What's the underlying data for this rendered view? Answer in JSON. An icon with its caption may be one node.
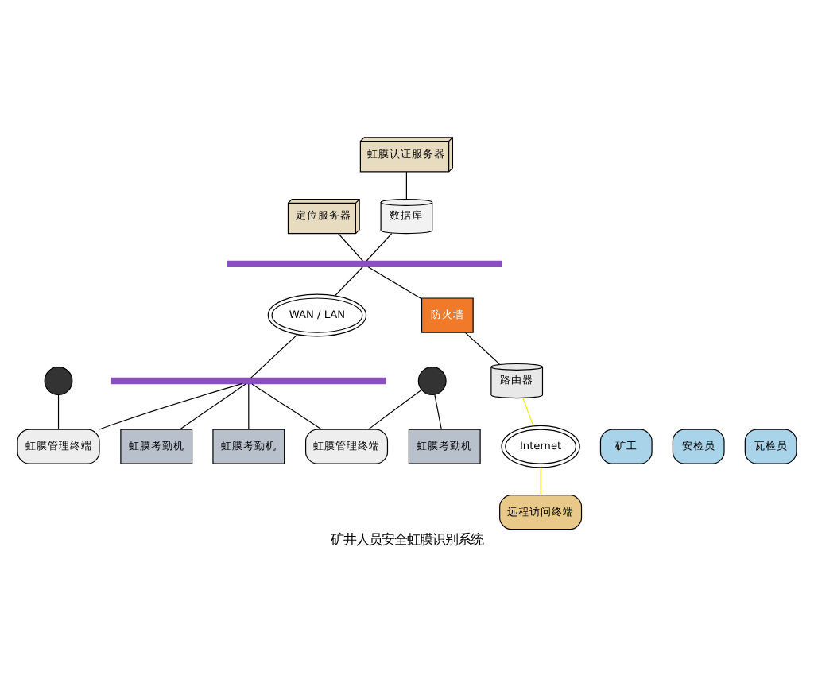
{
  "diagram": {
    "caption": "矿井人员安全虹膜识别系统",
    "nodes": [
      {
        "text": [
          "定位服务器"
        ]
      },
      {
        "text": [
          "虹膜认证服务器"
        ]
      },
      {
        "text": [
          "数据库"
        ]
      },
      {
        "text": [],
        "shape": "bar"
      },
      {
        "text": [
          "WAN / LAN"
        ]
      },
      {
        "text": [],
        "shape": "bar"
      },
      {
        "text": [
          "防火墙"
        ]
      },
      {
        "text": [
          "路由器"
        ]
      },
      {
        "text": [
          "Internet"
        ]
      },
      {
        "text": [
          "虹膜管理终端"
        ]
      },
      {
        "text": [
          "虹膜管理终端"
        ]
      },
      {
        "text": [],
        "shape": "circle"
      },
      {
        "text": [],
        "shape": "circle"
      },
      {
        "text": [
          "矿工"
        ]
      },
      {
        "text": [
          "虹膜考勤机"
        ]
      },
      {
        "text": [
          "安检员"
        ]
      },
      {
        "text": [
          "虹膜考勤机"
        ]
      },
      {
        "text": [
          "瓦检员"
        ]
      },
      {
        "text": [
          "虹膜考勤机"
        ]
      },
      {
        "text": [
          "远程访问终端"
        ]
      }
    ],
    "edges": [
      {
        "from": 0,
        "to": 3,
        "arrow": "none"
      },
      {
        "from": 1,
        "to": 2,
        "arrow": "none"
      },
      {
        "from": 2,
        "to": 3,
        "arrow": "none"
      },
      {
        "from": 3,
        "to": 4,
        "arrow": "none"
      },
      {
        "from": 3,
        "to": 6,
        "arrow": "none"
      },
      {
        "from": 6,
        "to": 7,
        "arrow": "none"
      },
      {
        "from": 7,
        "to": 8,
        "arrow": "none",
        "color": "#f2e600"
      },
      {
        "from": 4,
        "to": 5,
        "arrow": "none"
      },
      {
        "from": 5,
        "to": 14,
        "arrow": "none"
      },
      {
        "from": 5,
        "to": 9,
        "arrow": "none"
      },
      {
        "from": 5,
        "to": 16,
        "arrow": "none"
      },
      {
        "from": 5,
        "to": 10,
        "arrow": "none"
      },
      {
        "from": 11,
        "to": 9,
        "arrow": "none"
      },
      {
        "from": 12,
        "to": 10,
        "arrow": "none"
      },
      {
        "from": 12,
        "to": 18,
        "arrow": "none"
      },
      {
        "from": 8,
        "to": 19,
        "arrow": "none",
        "color": "#f2e600"
      }
    ]
  }
}
